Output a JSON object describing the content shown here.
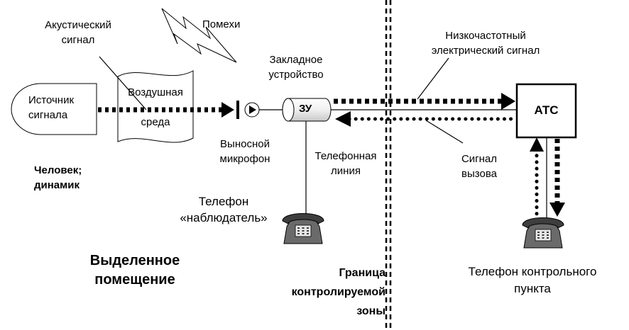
{
  "labels": {
    "source_line1": "Источник",
    "source_line2": "сигнала",
    "acoustic_line1": "Акустический",
    "acoustic_line2": "сигнал",
    "air_line1": "Воздушная",
    "air_line2": "среда",
    "noise": "Помехи",
    "bug_line1": "Закладное",
    "bug_line2": "устройство",
    "bug_box": "ЗУ",
    "remote_mic_line1": "Выносной",
    "remote_mic_line2": "микрофон",
    "person_line1": "Человек;",
    "person_line2": "динамик",
    "observer_phone_line1": "Телефон",
    "observer_phone_line2": "«наблюдатель»",
    "room_line1": "Выделенное",
    "room_line2": "помещение",
    "phone_line_line1": "Телефонная",
    "phone_line_line2": "линия",
    "border_line1": "Граница",
    "border_line2": "контролируемой",
    "border_line3": "зоны",
    "lf_signal_line1": "Низкочастотный",
    "lf_signal_line2": "электрический сигнал",
    "exchange": "АТС",
    "ring_line1": "Сигнал",
    "ring_line2": "вызова",
    "control_phone_line1": "Телефон контрольного",
    "control_phone_line2": "пункта"
  },
  "colors": {
    "ink": "#000000",
    "telephone_body": "#5a5a5a",
    "telephone_keypad": "#e6e6e6"
  },
  "icons": [
    "microphone-icon",
    "telephone-icon",
    "lightning-icon"
  ]
}
